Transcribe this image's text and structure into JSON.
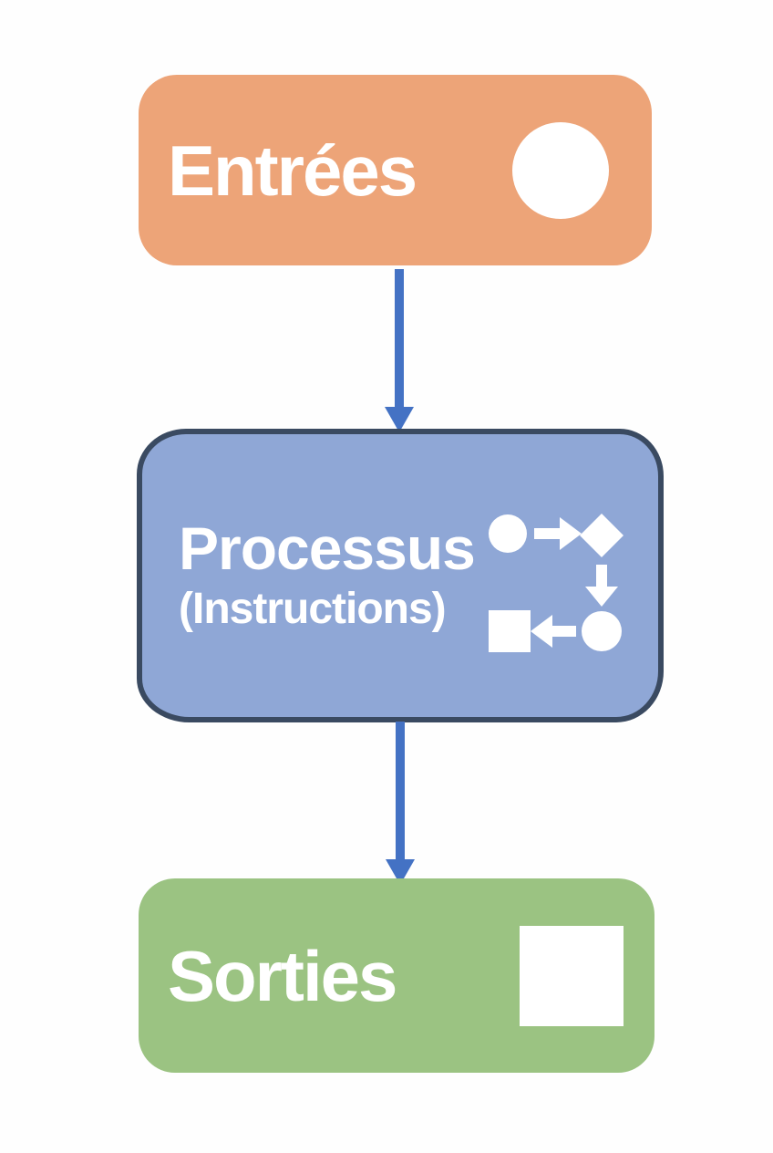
{
  "diagram": {
    "type": "flowchart",
    "language": "fr",
    "background_color": "#FFFFFF",
    "arrow_color": "#4472C4",
    "nodes": [
      {
        "id": "entrees",
        "label": "Entrées",
        "fill_color": "#EDA478",
        "text_color": "#FFFFFF",
        "icon": "circle-icon"
      },
      {
        "id": "processus",
        "label": "Processus",
        "sublabel": "(Instructions)",
        "fill_color": "#8FA7D6",
        "border_color": "#3A4A61",
        "text_color": "#FFFFFF",
        "icon": "mini-flowchart-icon"
      },
      {
        "id": "sorties",
        "label": "Sorties",
        "fill_color": "#9BC382",
        "text_color": "#FFFFFF",
        "icon": "square-icon"
      }
    ],
    "connectors": [
      {
        "from": "Entrées",
        "to": "Processus",
        "direction": "down",
        "color": "#4472C4"
      },
      {
        "from": "Processus",
        "to": "Sorties",
        "direction": "down",
        "color": "#4472C4"
      }
    ]
  }
}
